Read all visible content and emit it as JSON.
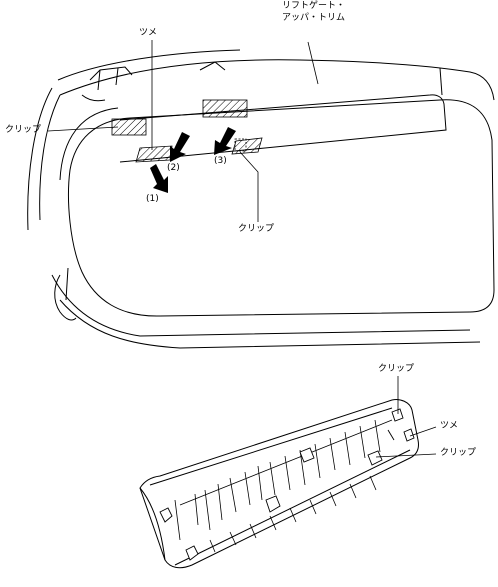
{
  "labels": {
    "liftgate_trim_line1": "リフトゲート・",
    "liftgate_trim_line2": "アッパ・トリム",
    "tab_top": "ツメ",
    "clip_left": "クリップ",
    "clip_center": "クリップ",
    "clip_bottom_top": "クリップ",
    "tab_bottom": "ツメ",
    "clip_bottom_right": "クリップ"
  },
  "steps": [
    "(1)",
    "(2)",
    "(3)"
  ]
}
